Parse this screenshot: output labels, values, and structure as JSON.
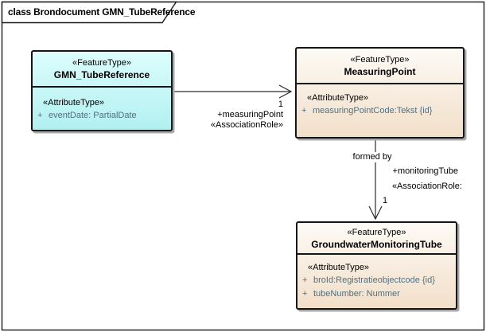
{
  "frame": {
    "title": "class Brondocument GMN_TubeReference"
  },
  "colors": {
    "class_cyan_top": "#dcfdfd",
    "class_cyan_bottom": "#b2f0f0",
    "class_cream_top": "#fdfaf5",
    "class_cream_bottom": "#f2dfc9",
    "attribute_text": "#53707f",
    "border": "#151515"
  },
  "classes": [
    {
      "stereotype": "«FeatureType»",
      "name": "GMN_TubeReference",
      "attr_header": "«AttributeType»",
      "attributes": [
        {
          "vis": "+",
          "text": "eventDate: PartialDate"
        }
      ]
    },
    {
      "stereotype": "«FeatureType»",
      "name": "MeasuringPoint",
      "attr_header": "«AttributeType»",
      "attributes": [
        {
          "vis": "+",
          "text": "measuringPointCode:Tekst {id}"
        }
      ]
    },
    {
      "stereotype": "«FeatureType»",
      "name": "GroundwaterMonitoringTube",
      "attr_header": "«AttributeType»",
      "attributes": [
        {
          "vis": "+",
          "text": "broId:Registratieobjectcode {id}"
        },
        {
          "vis": "+",
          "text": "tubeNumber: Nummer"
        }
      ]
    }
  ],
  "associations": [
    {
      "multiplicity": "1",
      "role": "+measuringPoint",
      "stereotype": "«AssociationRole»"
    },
    {
      "name": "formed by",
      "role": "+monitoringTube",
      "stereotype": "«AssociationRole:",
      "multiplicity": "1"
    }
  ]
}
